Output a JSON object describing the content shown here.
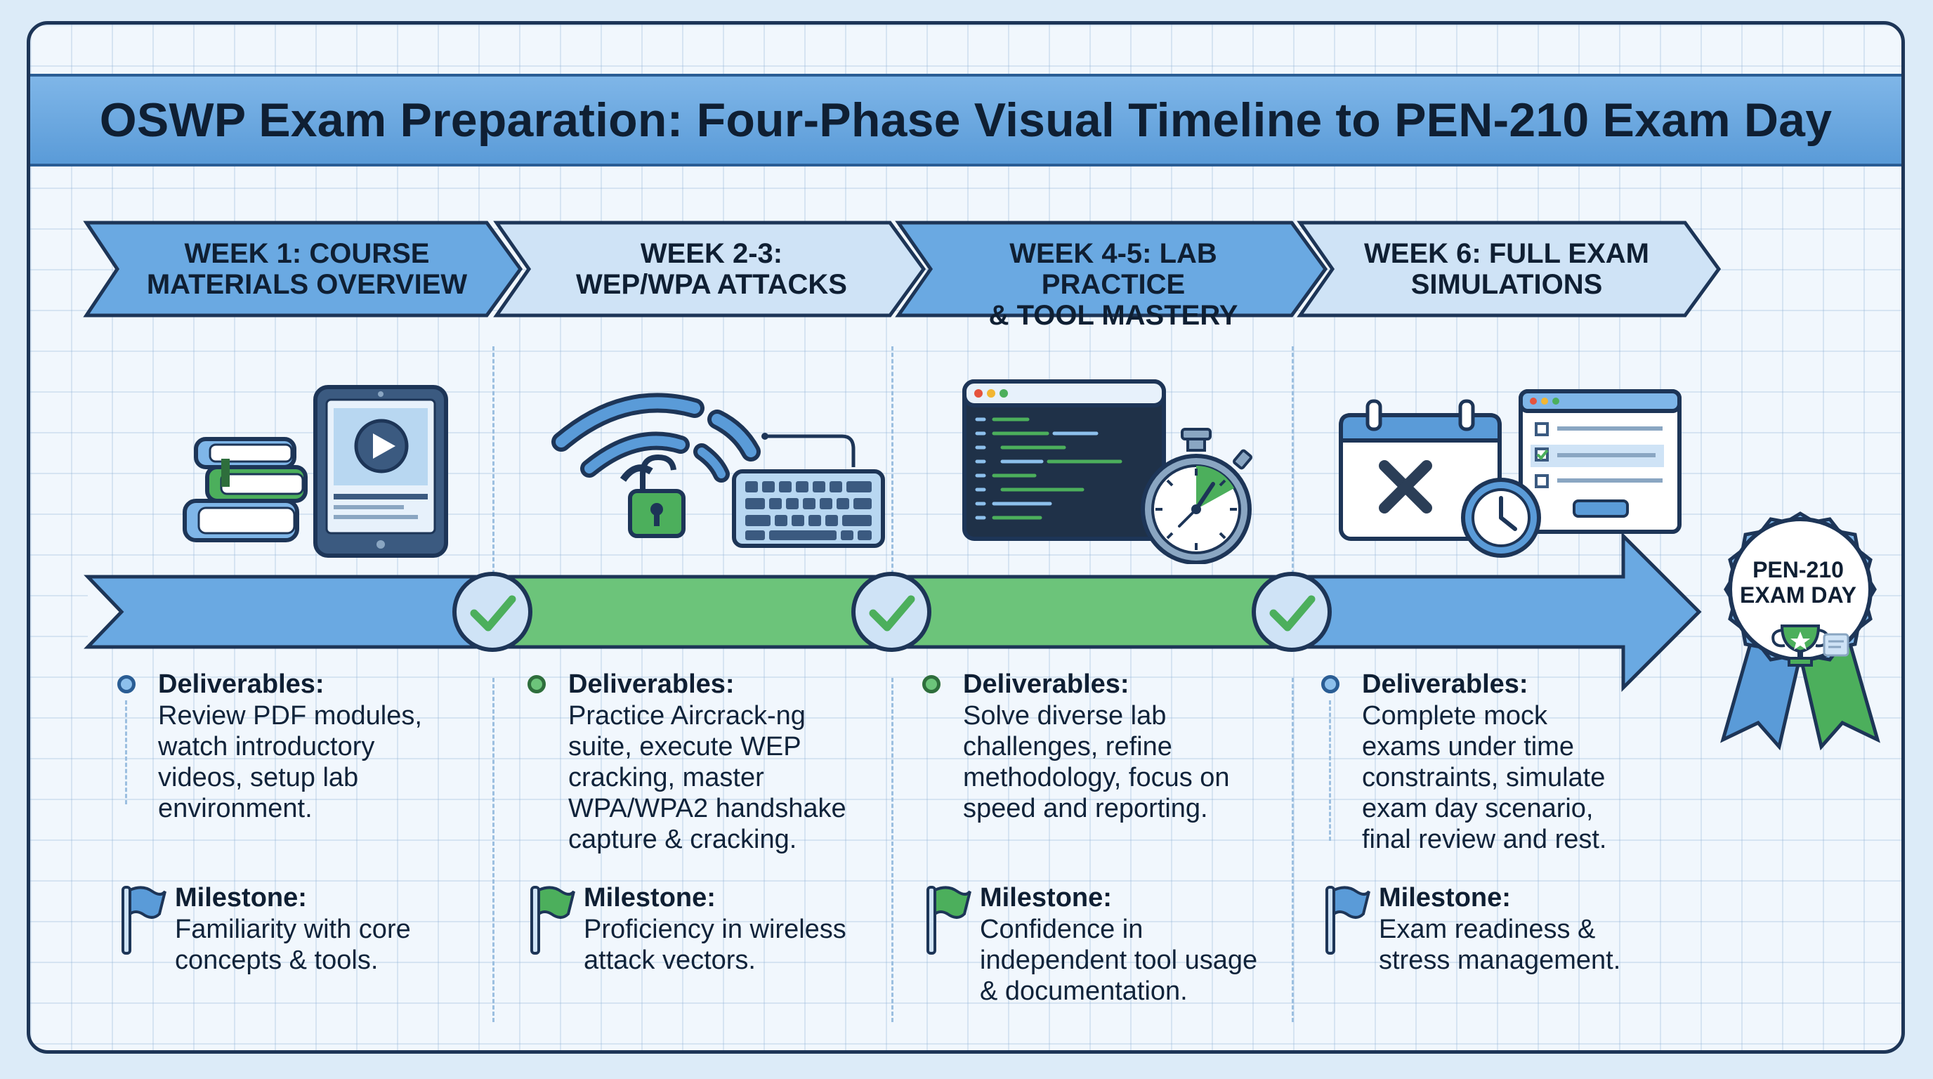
{
  "title": "OSWP Exam Preparation: Four-Phase Visual Timeline to PEN-210 Exam Day",
  "phases": [
    {
      "label_line1": "WEEK 1: COURSE",
      "label_line2": "MATERIALS OVERVIEW",
      "icon": "book-tablet-video-icon",
      "deliverables_heading": "Deliverables:",
      "deliverables_lines": [
        "Review PDF modules,",
        "watch introductory",
        "videos, setup lab",
        "environment."
      ],
      "milestone_heading": "Milestone:",
      "milestone_lines": [
        "Familiarity with core",
        "concepts & tools."
      ],
      "accent": "#5a9bd8"
    },
    {
      "label_line1": "WEEK 2-3:",
      "label_line2": "WEP/WPA ATTACKS",
      "icon": "wifi-padlock-keyboard-icon",
      "deliverables_heading": "Deliverables:",
      "deliverables_lines": [
        "Practice Aircrack-ng",
        "suite, execute WEP",
        "cracking, master",
        "WPA/WPA2 handshake",
        "capture & cracking."
      ],
      "milestone_heading": "Milestone:",
      "milestone_lines": [
        "Proficiency in wireless",
        "attack vectors."
      ],
      "accent": "#4caf5c"
    },
    {
      "label_line1": "WEEK 4-5: LAB PRACTICE",
      "label_line2": "& TOOL MASTERY",
      "icon": "terminal-stopwatch-icon",
      "deliverables_heading": "Deliverables:",
      "deliverables_lines": [
        "Solve diverse lab",
        "challenges, refine",
        "methodology, focus on",
        "speed and reporting."
      ],
      "milestone_heading": "Milestone:",
      "milestone_lines": [
        "Confidence in",
        "independent tool usage",
        "& documentation."
      ],
      "accent": "#4caf5c"
    },
    {
      "label_line1": "WEEK 6: FULL EXAM",
      "label_line2": "SIMULATIONS",
      "icon": "calendar-clock-checklist-icon",
      "deliverables_heading": "Deliverables:",
      "deliverables_lines": [
        "Complete mock",
        "exams under time",
        "constraints, simulate",
        "exam day scenario,",
        "final review and rest."
      ],
      "milestone_heading": "Milestone:",
      "milestone_lines": [
        "Exam readiness &",
        "stress management."
      ],
      "accent": "#5a9bd8"
    }
  ],
  "badge": {
    "line1": "PEN-210",
    "line2": "EXAM DAY",
    "icon": "trophy-ribbon-icon"
  },
  "colors": {
    "blue": "#5a9bd8",
    "green": "#4caf5c",
    "navy": "#1d3557"
  }
}
